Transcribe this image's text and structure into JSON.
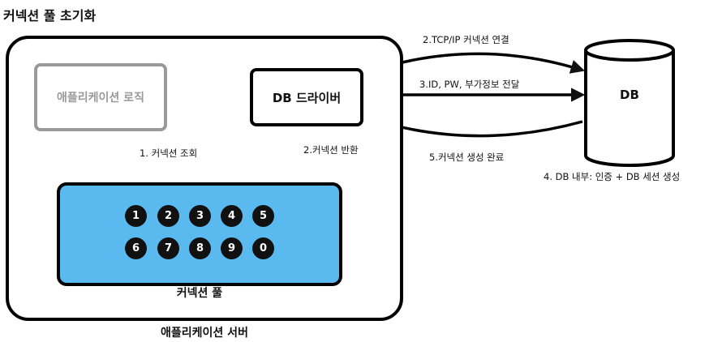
{
  "title": "커넥션 풀 초기화",
  "app_server": {
    "label": "애플리케이션 서버"
  },
  "app_logic": {
    "label": "애플리케이션 로직"
  },
  "driver": {
    "label": "DB 드라이버"
  },
  "pool": {
    "label": "커넥션 풀",
    "connections": [
      "1",
      "2",
      "3",
      "4",
      "5",
      "6",
      "7",
      "8",
      "9",
      "0"
    ]
  },
  "db": {
    "label": "DB"
  },
  "steps": {
    "s1": "1. 커넥션 조회",
    "s2": "2.커넥션 반환",
    "s2b": "2.TCP/IP 커넥션 연결",
    "s3": "3.ID, PW, 부가정보 전달",
    "s4": "4. DB 내부: 인증 + DB 세션 생성",
    "s5": "5.커넥션 생성 완료"
  }
}
